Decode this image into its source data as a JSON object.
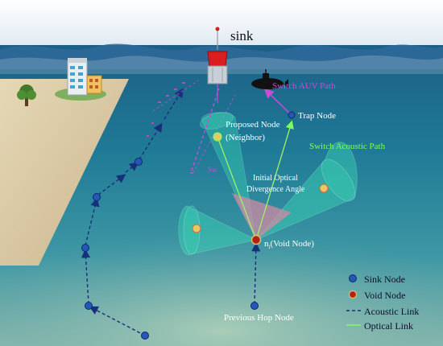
{
  "labels": {
    "sink": "sink",
    "switch_auv_path": "Switch AUV Path",
    "trap_node": "Trap Node",
    "proposed_node_line1": "Proposed Node",
    "proposed_node_line2": "(Neighbor)",
    "switch_acoustic_path": "Switch Acoustic Path",
    "initial_optical_line1": "Initial Optical",
    "initial_optical_line2": "Divergence Angle",
    "void_node_prefix": "n",
    "void_node_subscript": "i",
    "void_node_suffix": "(Void Node)",
    "previous_hop_node": "Previous Hop Node",
    "partial_label": "Sw"
  },
  "legend": {
    "items": [
      {
        "label": "Sink Node",
        "symbol": "blue-dot"
      },
      {
        "label": "Void Node",
        "symbol": "red-dot"
      },
      {
        "label": "Acoustic Link",
        "symbol": "dashed-line"
      },
      {
        "label": "Optical Link",
        "symbol": "green-line"
      }
    ]
  },
  "colors": {
    "sky": "#eef3f8",
    "sea_surface": "#2f6a9a",
    "water_deep": "#0f4f74",
    "water_mid": "#2f8ea3",
    "seabed": "#8fb7a8",
    "shore": "#d9c9a3",
    "acoustic": "#1a2f7a",
    "optical_cone": "#3bd6b4",
    "auv_path": "#c94bd6",
    "acoustic_path_label": "#7dff5a",
    "sink_node": "#2457b8",
    "void_node": "#b0221a",
    "neighbor_node": "#e4c86a",
    "buoy_red": "#d81e1e"
  }
}
